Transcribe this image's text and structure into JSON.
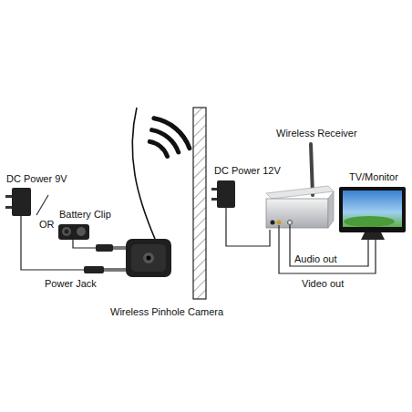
{
  "diagram": {
    "labels": [
      "DC Power 9V",
      "OR",
      "Battery Clip",
      "Power Jack",
      "Wireless Pinhole Camera",
      "DC Power 12V",
      "Wireless Receiver",
      "TV/Monitor",
      "Audio out",
      "Video out"
    ]
  }
}
